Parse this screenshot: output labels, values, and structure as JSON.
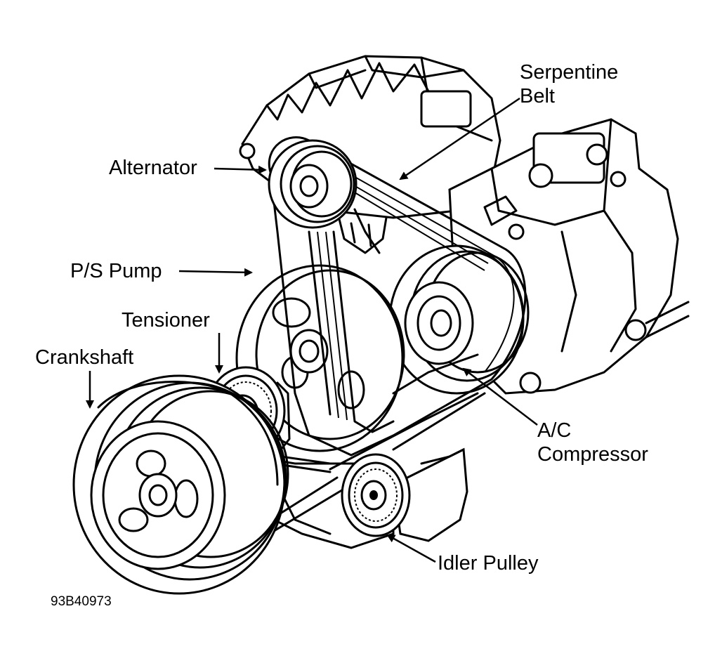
{
  "labels": {
    "serpentine_belt_line1": "Serpentine",
    "serpentine_belt_line2": "Belt",
    "alternator": "Alternator",
    "ps_pump": "P/S Pump",
    "tensioner": "Tensioner",
    "crankshaft": "Crankshaft",
    "ac_compressor_line1": "A/C",
    "ac_compressor_line2": "Compressor",
    "idler_pulley": "Idler Pulley"
  },
  "figure_code": "93B40973",
  "colors": {
    "ink": "#000000",
    "paper": "#ffffff"
  }
}
